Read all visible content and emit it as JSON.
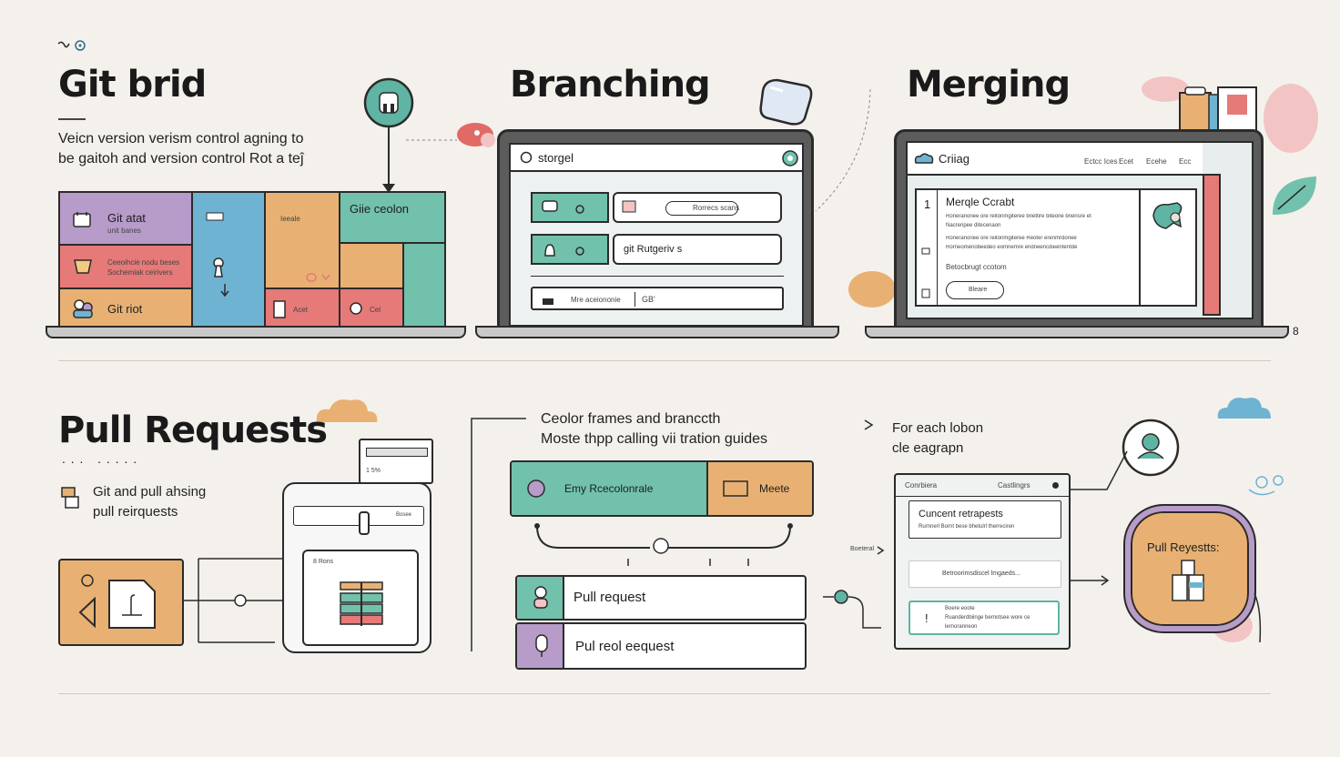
{
  "colors": {
    "background": "#f4f1ec",
    "purple": "#b79bc9",
    "blue": "#6fb3d3",
    "orange": "#e8b173",
    "teal": "#72c1ac",
    "red": "#e57a78",
    "pink": "#f2c4c4",
    "dark": "#2b2b2b"
  },
  "top_left": {
    "title": "Git brid",
    "desc_line1": "Veicn version verism control agning to",
    "desc_line2": "be gaitoh and version control Rot a teĵ",
    "grid": {
      "cell1": "Git atat",
      "cell1_sub": "unit banes",
      "cell2": "Ceeoihcie nodu beses",
      "cell2_sub": "Sochemiak ceirivers",
      "cell3": "Git riot",
      "cell4": "Giie ceolon",
      "cell5": "Ieeale",
      "cell6": "Acet",
      "cell7": "Cel"
    }
  },
  "branching": {
    "title": "Branching",
    "window_title": "storgel",
    "row1_field": "Rorrecs scans",
    "row2_field": "git Rutgeriv s",
    "row3_label": "Mre aceiononie",
    "row3_value": "GB'"
  },
  "merging": {
    "title": "Merging",
    "window_title": "Criiag",
    "nav_items": [
      "Ectcc Ices",
      "Ecet",
      "Ecehe",
      "Ecc"
    ],
    "panel_number": "1",
    "panel_title": "Merqle Ccrabt",
    "panel_line1": "Roneranoriee ore reitonmgiteree bnettire biteone brierisre et",
    "panel_line2": "Nacrenpee ditecenaon",
    "panel_line3": "Roneranoriee ore reitonmgiteree Reoter erenmrdonee",
    "panel_line4": "Rorneomenobeedeo eomnemre endneencdieententde",
    "panel_sub": "Betocbrugt ccotom",
    "panel_button": "Bleare",
    "side_number": "8"
  },
  "pull_requests": {
    "title": "Pull Requests",
    "dots": ". . .   . . . . .",
    "desc_line1": "Git and pull ahsing",
    "desc_line2": "pull reirquests",
    "monitor_bar1": "",
    "monitor_bar2": "1  5%",
    "printer_label": "8 Rons",
    "printer_field": "Bosee"
  },
  "center_bottom": {
    "heading_line1": "Ceolor frames and branccth",
    "heading_line2": "Moste thpp calling vii tration guides",
    "bar_left": "Emy Rcecolonrale",
    "bar_right": "Meete",
    "item1": "Pull request",
    "item2": "Pul reol eequest"
  },
  "right_bottom": {
    "heading_line1": "For each lobon",
    "heading_line2": "cle eagrapn",
    "window_header_left": "Conrbiera",
    "window_header_right": "Castlingrs",
    "card1_title": "Cuncent retrapests",
    "card1_sub": "Rurnnerl Bornt bese bhetulrl therreciren",
    "card2_text": "Betroorimsdiscel lmgaeds...",
    "card3_line1": "Boere eoote",
    "card3_line2": "Ruanderdbiinge bernotsee wore ce",
    "card3_line3": "lernoranneon",
    "side_label": "Boeteral",
    "pr_badge": "Pull Reyestts:"
  }
}
